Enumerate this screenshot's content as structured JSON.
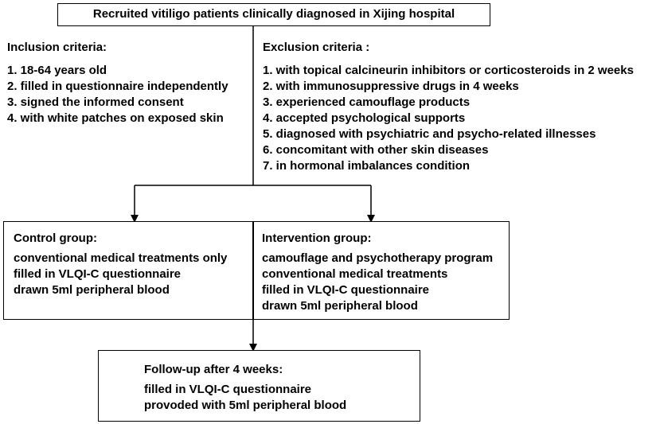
{
  "top_box": {
    "text": "Recruited vitiligo patients clinically diagnosed in Xijing hospital"
  },
  "inclusion": {
    "title": "Inclusion criteria:",
    "items": [
      "1. 18-64 years old",
      "2. filled in questionnaire independently",
      "3. signed the informed consent",
      "4. with white patches on exposed skin"
    ]
  },
  "exclusion": {
    "title": "Exclusion criteria :",
    "items": [
      "1. with topical calcineurin inhibitors or corticosteroids in 2 weeks",
      "2. with immunosuppressive drugs in 4 weeks",
      "3. experienced camouflage products",
      "4. accepted psychological supports",
      "5. diagnosed with psychiatric and psycho-related illnesses",
      "6. concomitant with other skin diseases",
      "7. in hormonal imbalances condition"
    ]
  },
  "control_group": {
    "title": "Control group:",
    "items": [
      "conventional medical treatments only",
      "filled in VLQI-C questionnaire",
      "drawn 5ml peripheral blood"
    ]
  },
  "intervention_group": {
    "title": "Intervention group:",
    "items": [
      "camouflage and psychotherapy program",
      "conventional medical treatments",
      "filled in VLQI-C questionnaire",
      "drawn 5ml peripheral blood"
    ]
  },
  "follow_up": {
    "title": "Follow-up after 4 weeks:",
    "items": [
      "filled in VLQI-C questionnaire",
      "provoded with 5ml peripheral blood"
    ]
  },
  "colors": {
    "line": "#000000",
    "text": "#000000",
    "background": "#ffffff"
  }
}
